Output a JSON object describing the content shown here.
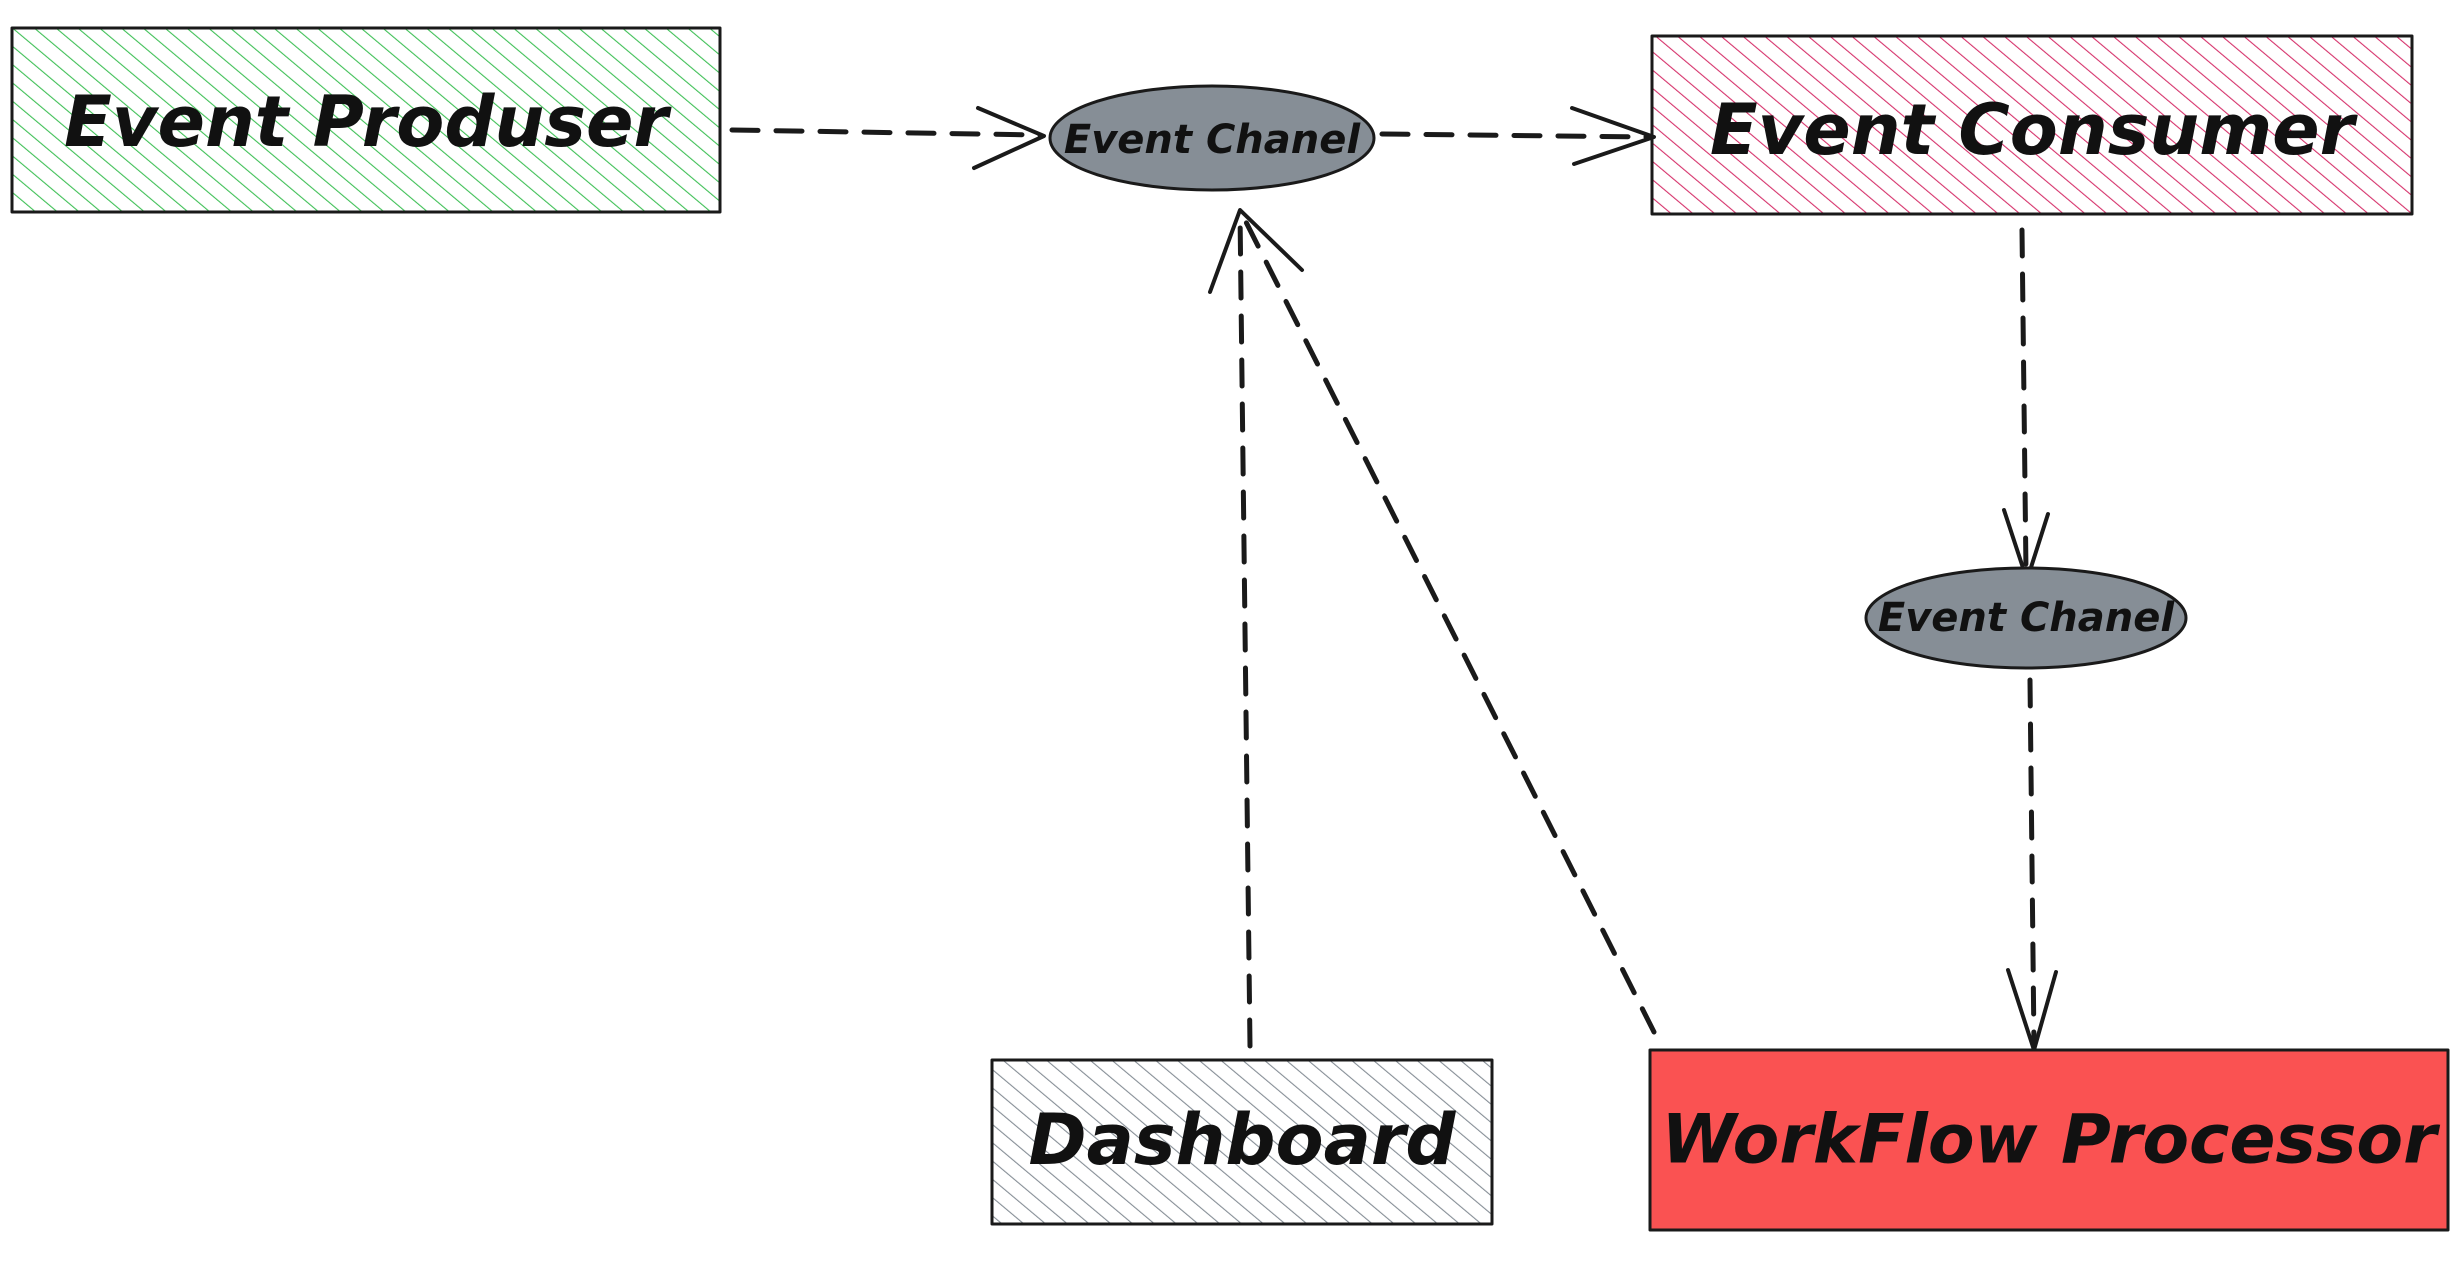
{
  "nodes": {
    "event_producer": {
      "label": "Event Produser",
      "color": "#40c057",
      "fill_style": "hatched"
    },
    "event_channel_1": {
      "label": "Event Chanel",
      "color": "#868e96",
      "fill_style": "solid"
    },
    "event_consumer": {
      "label": "Event Consumer",
      "color": "#d6336c",
      "fill_style": "hatched"
    },
    "event_channel_2": {
      "label": "Event Chanel",
      "color": "#868e96",
      "fill_style": "solid"
    },
    "dashboard": {
      "label": "Dashboard",
      "color": "#868e96",
      "fill_style": "hatched"
    },
    "workflow_processor": {
      "label": "WorkFlow Processor",
      "color": "#fa5252",
      "fill_style": "solid"
    }
  },
  "edges": [
    {
      "from": "event_producer",
      "to": "event_channel_1",
      "style": "dashed"
    },
    {
      "from": "event_channel_1",
      "to": "event_consumer",
      "style": "dashed"
    },
    {
      "from": "event_consumer",
      "to": "event_channel_2",
      "style": "dashed"
    },
    {
      "from": "event_channel_2",
      "to": "workflow_processor",
      "style": "dashed"
    },
    {
      "from": "dashboard",
      "to": "event_channel_1",
      "style": "dashed"
    },
    {
      "from": "workflow_processor",
      "to": "event_channel_1",
      "style": "dashed"
    }
  ]
}
